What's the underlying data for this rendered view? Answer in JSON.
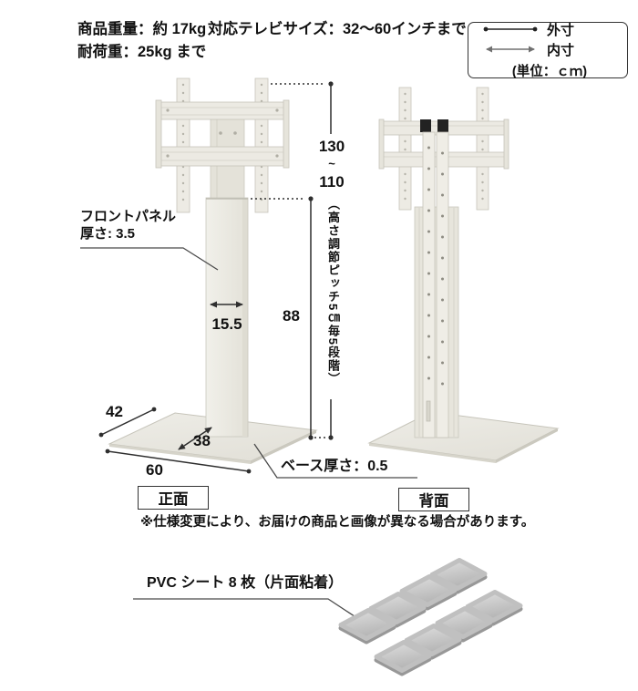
{
  "header": {
    "weight": "商品重量：約 17kg",
    "load_capacity": "耐荷重：25kg まで",
    "tv_size": "対応テレビサイズ：32～60インチまで"
  },
  "legend": {
    "outer_label": "外寸",
    "inner_label": "内寸",
    "unit": "(単位：ｃｍ)"
  },
  "front_view": {
    "caption": "正面",
    "front_panel_note_line1": "フロントパネル",
    "front_panel_note_line2": "厚さ: 3.5",
    "base_thickness_note": "ベース厚さ：0.5",
    "height_max": "130",
    "height_tilde": "~",
    "height_min": "110",
    "height_adjust_note": "（高さ調節ピッチ5㎝毎5段階）",
    "column_height": "88",
    "panel_width": "15.5",
    "base_depth": "42",
    "base_inner_depth": "38",
    "base_width": "60"
  },
  "back_view": {
    "caption": "背面"
  },
  "disclaimer": "※仕様変更により、お届けの商品と画像が異なる場合があります。",
  "pvc_note": "PVC シート 8 枚（片面粘着）",
  "colors": {
    "stand_ivory": "#ebe9e2",
    "dim_line": "#2f2f2f",
    "pvc_sheet_gray": "#c6c6c6"
  }
}
